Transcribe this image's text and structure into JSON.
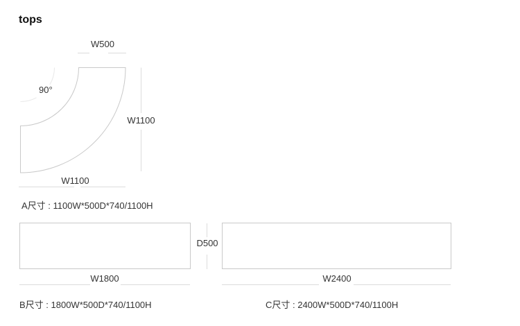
{
  "title": "tops",
  "colors": {
    "background": "#ffffff",
    "outline": "#c9c9c9",
    "dimension_line": "#dcdcdc",
    "angle_arc": "#e8e8e8",
    "label_text": "#333333",
    "title_text": "#111111"
  },
  "diagram_a": {
    "name": "A",
    "labels": {
      "top_width": "W500",
      "angle": "90°",
      "right_width": "W1100",
      "bottom_width": "W1100"
    },
    "caption": "A尺寸 : 1100W*500D*740/1100H"
  },
  "diagram_b": {
    "name": "B",
    "labels": {
      "width": "W1800"
    },
    "caption": "B尺寸 : 1800W*500D*740/1100H"
  },
  "diagram_c": {
    "name": "C",
    "labels": {
      "width": "W2400"
    },
    "caption": "C尺寸 : 2400W*500D*740/1100H"
  },
  "shared": {
    "depth_label": "D500"
  }
}
